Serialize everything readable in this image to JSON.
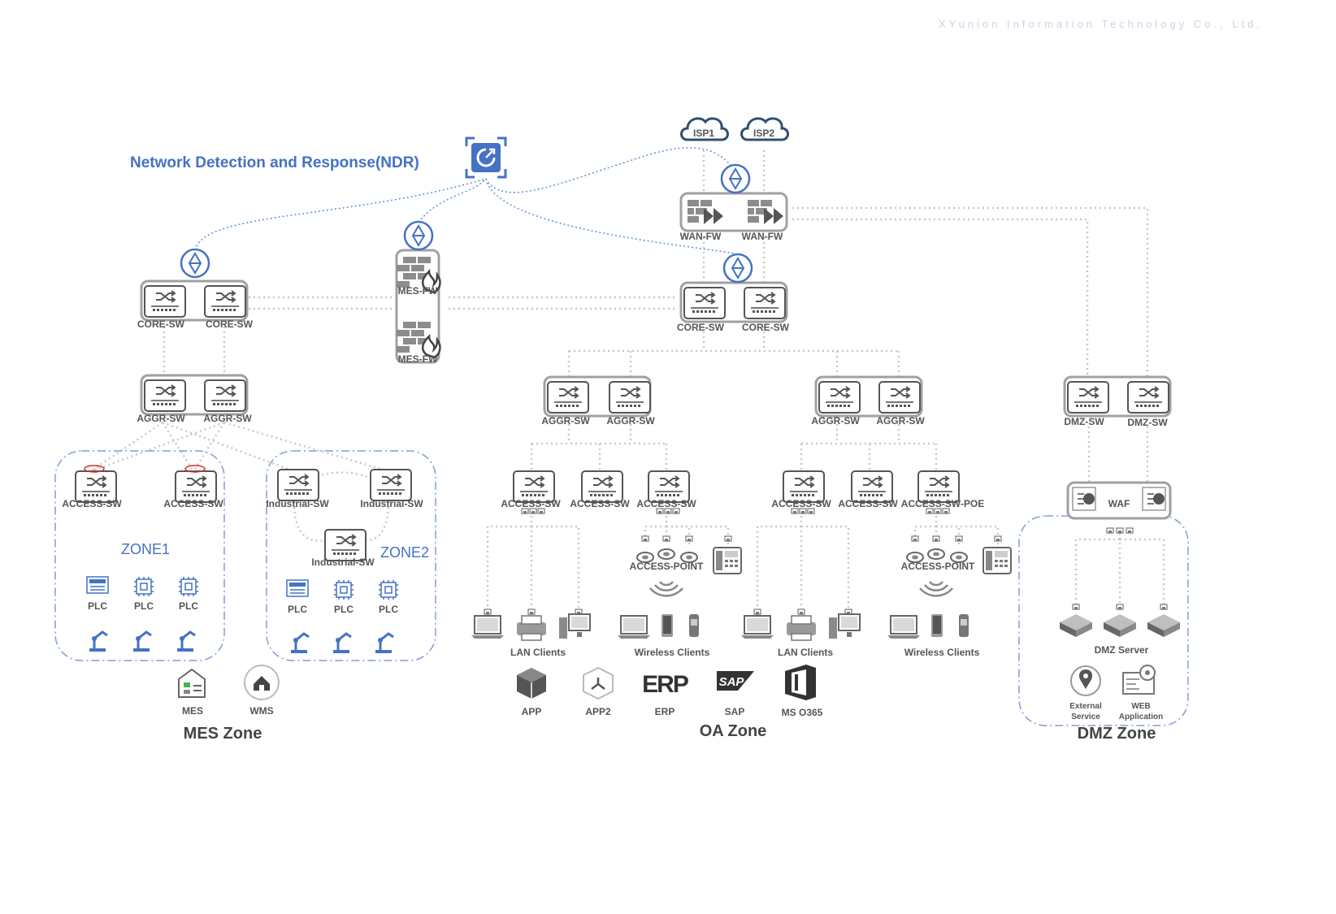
{
  "company": "XYunion  Information  Technology  Co.,  Ltd.",
  "ndr_title": "Network Detection and Response(NDR)",
  "zones": {
    "mes": "MES Zone",
    "oa": "OA Zone",
    "dmz": "DMZ Zone",
    "zone1": "ZONE1",
    "zone2": "ZONE2"
  },
  "clouds": [
    "ISP1",
    "ISP2"
  ],
  "devices": {
    "wan_fw": "WAN-FW",
    "core_sw": "CORE-SW",
    "mes_fw": "MES-FW",
    "aggr_sw": "AGGR-SW",
    "access_sw": "ACCESS-SW",
    "access_sw_poe": "ACCESS-SW-POE",
    "industrial_sw": "Industrial-SW",
    "dmz_sw": "DMZ-SW",
    "waf": "WAF",
    "access_point": "ACCESS-POINT",
    "plc": "PLC"
  },
  "groups": {
    "lan_clients": "LAN Clients",
    "wireless_clients": "Wireless Clients",
    "dmz_server": "DMZ Server",
    "external_service_1": "External",
    "external_service_2": "Service",
    "web_app_1": "WEB",
    "web_app_2": "Application"
  },
  "mes_apps": [
    "MES",
    "WMS"
  ],
  "oa_apps": [
    "APP",
    "APP2",
    "ERP",
    "SAP",
    "MS O365"
  ],
  "icons": {
    "switch": "switch-icon",
    "firewall": "firewall-icon",
    "wan_firewall": "wan-firewall-icon",
    "cloud": "cloud-icon",
    "ndr": "ndr-sensor-icon",
    "mirror": "traffic-mirror-icon",
    "plc": "plc-icon",
    "robot": "robot-arm-icon",
    "laptop": "laptop-icon",
    "printer": "printer-icon",
    "desktop": "desktop-icon",
    "phone": "phone-icon",
    "ip_phone": "ip-phone-icon",
    "wifi": "wifi-icon",
    "server": "server-icon"
  },
  "colors": {
    "accent": "#4472c4",
    "link": "#c8c8c8",
    "device": "#7a7a7a"
  }
}
